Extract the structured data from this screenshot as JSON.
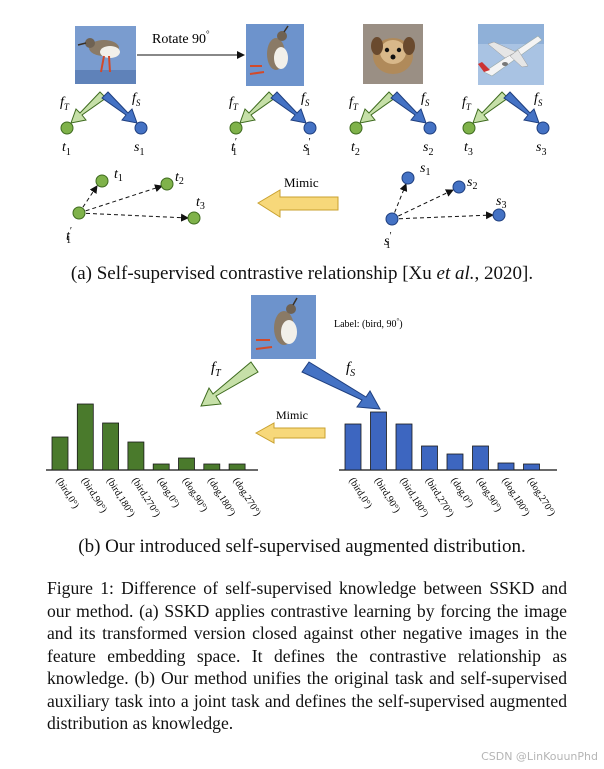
{
  "top_panel": {
    "rotate_label": "Rotate 90",
    "degree_mark": "°",
    "mimic_label": "Mimic",
    "fT": "f",
    "fT_sub": "T",
    "fS": "f",
    "fS_sub": "S",
    "pairs": [
      {
        "t": "t",
        "t_sub": "1",
        "t_prime": "",
        "s": "s",
        "s_sub": "1",
        "s_prime": ""
      },
      {
        "t": "t",
        "t_sub": "1",
        "t_prime": "′",
        "s": "s",
        "s_sub": "1",
        "s_prime": "′"
      },
      {
        "t": "t",
        "t_sub": "2",
        "t_prime": "",
        "s": "s",
        "s_sub": "2",
        "s_prime": ""
      },
      {
        "t": "t",
        "t_sub": "3",
        "t_prime": "",
        "s": "s",
        "s_sub": "3",
        "s_prime": ""
      }
    ],
    "left_cluster": {
      "anchor": "t",
      "anchor_sub": "1",
      "anchor_prime": "′",
      "others": [
        [
          "t",
          "1"
        ],
        [
          "t",
          "2"
        ],
        [
          "t",
          "3"
        ]
      ]
    },
    "right_cluster": {
      "anchor": "s",
      "anchor_sub": "1",
      "anchor_prime": "′",
      "others": [
        [
          "s",
          "1"
        ],
        [
          "s",
          "2"
        ],
        [
          "s",
          "3"
        ]
      ]
    }
  },
  "caption_a": {
    "prefix": "(a) Self-supervised contrastive relationship [Xu ",
    "etal": "et al.",
    "suffix": ", 2020]."
  },
  "bottom_panel": {
    "label_text": "Label: (bird, 90",
    "label_deg": "°",
    "label_close": ")",
    "fT": "f",
    "fT_sub": "T",
    "fS": "f",
    "fS_sub": "S",
    "mimic_label": "Mimic"
  },
  "chart_data": [
    {
      "type": "bar",
      "title": "",
      "xlabel": "",
      "ylabel": "",
      "categories": [
        "(bird,0°)",
        "(bird,90°)",
        "(bird,180°)",
        "(bird,270°)",
        "(dog,0°)",
        "(dog,90°)",
        "(dog,180°)",
        "(dog,270°)"
      ],
      "values": [
        0.33,
        0.66,
        0.47,
        0.28,
        0.06,
        0.12,
        0.06,
        0.06
      ],
      "color": "#4a7a2c"
    },
    {
      "type": "bar",
      "title": "",
      "xlabel": "",
      "ylabel": "",
      "categories": [
        "(bird,0°)",
        "(bird,90°)",
        "(bird,180°)",
        "(bird,270°)",
        "(dog,0°)",
        "(dog,90°)",
        "(dog,180°)",
        "(dog,270°)"
      ],
      "values": [
        0.46,
        0.58,
        0.46,
        0.24,
        0.16,
        0.24,
        0.07,
        0.06
      ],
      "color": "#3d66c0"
    }
  ],
  "caption_b": "(b) Our introduced self-supervised augmented distribution.",
  "figure_caption": "Figure 1: Difference of self-supervised knowledge between SSKD and our method. (a) SSKD applies contrastive learning by forcing the image and its transformed version closed against other negative images in the feature embedding space. It defines the contrastive relationship as knowledge. (b) Our method unifies the original task and self-supervised auxiliary task into a joint task and defines the self-supervised augmented distribution as knowledge.",
  "watermark": "CSDN @LinKouunPhd",
  "colors": {
    "green": "#7fb24a",
    "green_dark": "#4a7a2c",
    "blue": "#4472c4",
    "blue_dark": "#2f4f8f",
    "light_green_arrow": "#c6e0a8",
    "mimic_fill": "#f7d87a",
    "mimic_stroke": "#c9a12f"
  },
  "icons": [
    "bird-photo",
    "rotated-bird-photo",
    "dog-photo",
    "airplane-photo"
  ]
}
